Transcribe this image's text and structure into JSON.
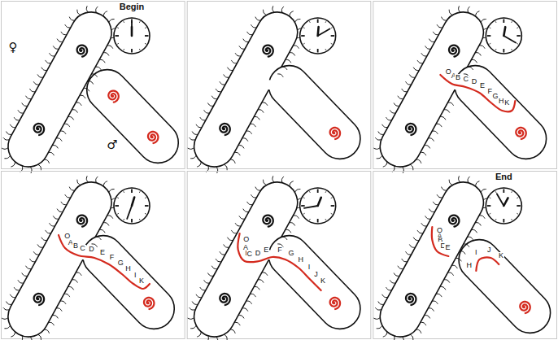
{
  "diagram": {
    "labels": [
      "Begin",
      "♀",
      "♂",
      "O",
      "A",
      "B",
      "C",
      "D",
      "E",
      "F",
      "G",
      "H",
      "I",
      "J",
      "K",
      "O",
      "A",
      "B",
      "C",
      "D",
      "E",
      "F",
      "G",
      "H",
      "I",
      "J",
      "K",
      "O",
      "A",
      "B",
      "C",
      "D",
      "E",
      "F",
      "G",
      "H",
      "I",
      "J",
      "K",
      "End",
      "O",
      "A",
      "B",
      "C",
      "D",
      "E",
      "H",
      "I",
      "J",
      "K"
    ]
  }
}
